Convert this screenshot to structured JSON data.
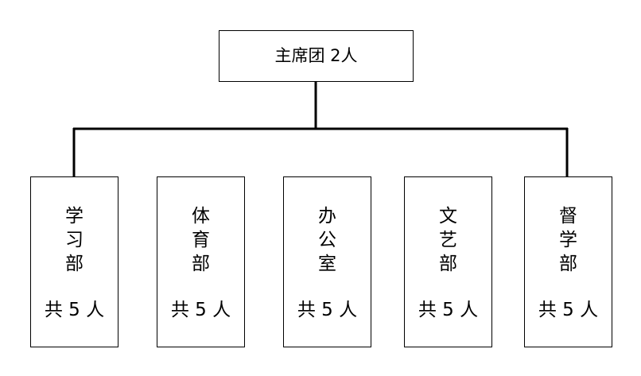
{
  "root": {
    "label": "主席团 2人"
  },
  "departments": [
    {
      "name": "学习部",
      "count": "共 5 人"
    },
    {
      "name": "体育部",
      "count": "共 5 人"
    },
    {
      "name": "办公室",
      "count": "共 5 人"
    },
    {
      "name": "文艺部",
      "count": "共 5 人"
    },
    {
      "name": "督学部",
      "count": "共 5 人"
    }
  ],
  "colors": {
    "line": "#000000",
    "box_border": "#000000",
    "background": "#ffffff"
  }
}
